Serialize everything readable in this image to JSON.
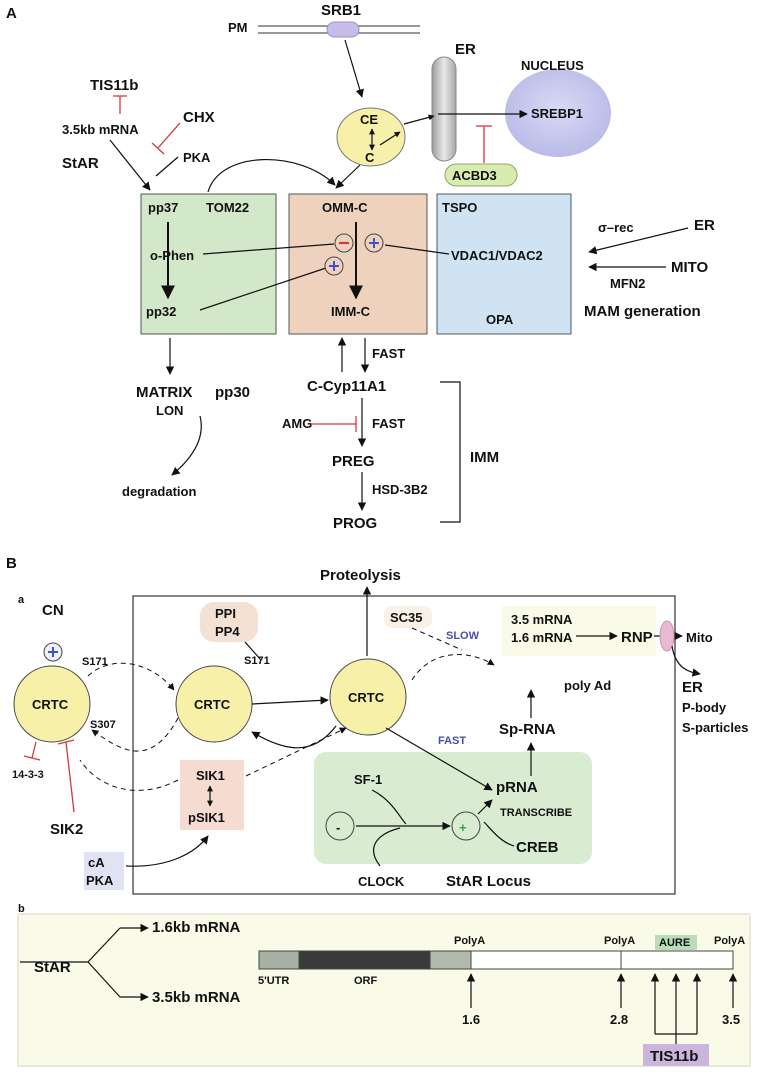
{
  "colors": {
    "green_box": "#d3e8c8",
    "tan_box": "#efd2bd",
    "blue_box": "#cfe3f3",
    "yellow_node": "#f6f0a8",
    "nucleus": "#c5c6ee",
    "srb1": "#c8bde8",
    "acbd3": "#d8ecb0",
    "ppi_bg": "#f3e1d3",
    "sik_bg": "#f6dcd0",
    "pka_bg": "#dfe3f4",
    "locus_bg": "#d9ecd2",
    "cream": "#fafae8",
    "aure_bg": "#b8deb8",
    "tis11b_bg": "#cbb5dd",
    "rnp_oval": "#e9b9d3",
    "inhibit": "#d23a3a",
    "plus_sign": "#3b55c8",
    "slow_fast": "#4a4fa8"
  },
  "panelA": {
    "label": "A",
    "pm": "PM",
    "srb1": "SRB1",
    "er_top": "ER",
    "nucleus": "NUCLEUS",
    "srebp1": "SREBP1",
    "ce": "CE",
    "c": "C",
    "acbd3": "ACBD3",
    "tis11b": "TIS11b",
    "chx": "CHX",
    "mrna": "3.5kb mRNA",
    "pka": "PKA",
    "star": "StAR",
    "pp37": "pp37",
    "tom22": "TOM22",
    "ommc": "OMM-C",
    "tspo": "TSPO",
    "ophen": "o-Phen",
    "vdac": "VDAC1/VDAC2",
    "pp32": "pp32",
    "immc": "IMM-C",
    "opa": "OPA",
    "sigma_rec": "σ–rec",
    "er_right": "ER",
    "mito": "MITO",
    "mfn2": "MFN2",
    "mam": "MAM generation",
    "fast1": "FAST",
    "ccyp": "C-Cyp11A1",
    "matrix": "MATRIX",
    "pp30": "pp30",
    "lon": "LON",
    "amg": "AMG",
    "fast2": "FAST",
    "preg": "PREG",
    "imm": "IMM",
    "hsd": "HSD-3B2",
    "degradation": "degradation",
    "prog": "PROG"
  },
  "panelB": {
    "label": "B",
    "sub_a": "a",
    "proteolysis": "Proteolysis",
    "cn": "CN",
    "ppi": "PPI",
    "pp4": "PP4",
    "sc35": "SC35",
    "slow": "SLOW",
    "mrna35": "3.5 mRNA",
    "mrna16": "1.6 mRNA",
    "rnp": "RNP",
    "mito": "Mito",
    "s171a": "S171",
    "s171b": "S171",
    "crtc1": "CRTC",
    "crtc2": "CRTC",
    "crtc3": "CRTC",
    "s307": "S307",
    "sprna": "Sp-RNA",
    "polyad": "poly Ad",
    "er": "ER",
    "pbody": "P-body",
    "sparticles": "S-particles",
    "fast": "FAST",
    "site1433": "14-3-3",
    "sik1": "SIK1",
    "psik1": "pSIK1",
    "sf1": "SF-1",
    "prna": "pRNA",
    "sik2": "SIK2",
    "transcribe": "TRANSCRIBE",
    "minus": "-",
    "plus": "+",
    "creb": "CREB",
    "ca": "cA",
    "pka": "PKA",
    "clock": "CLOCK",
    "star_locus": "StAR Locus"
  },
  "panelBb": {
    "sub_b": "b",
    "mrna16": "1.6kb mRNA",
    "star": "StAR",
    "mrna35": "3.5kb mRNA",
    "utr": "5'UTR",
    "orf": "ORF",
    "polya1": "PolyA",
    "polya2": "PolyA",
    "polya3": "PolyA",
    "aure": "AURE",
    "n16": "1.6",
    "n28": "2.8",
    "n35": "3.5",
    "tis11b": "TIS11b"
  }
}
